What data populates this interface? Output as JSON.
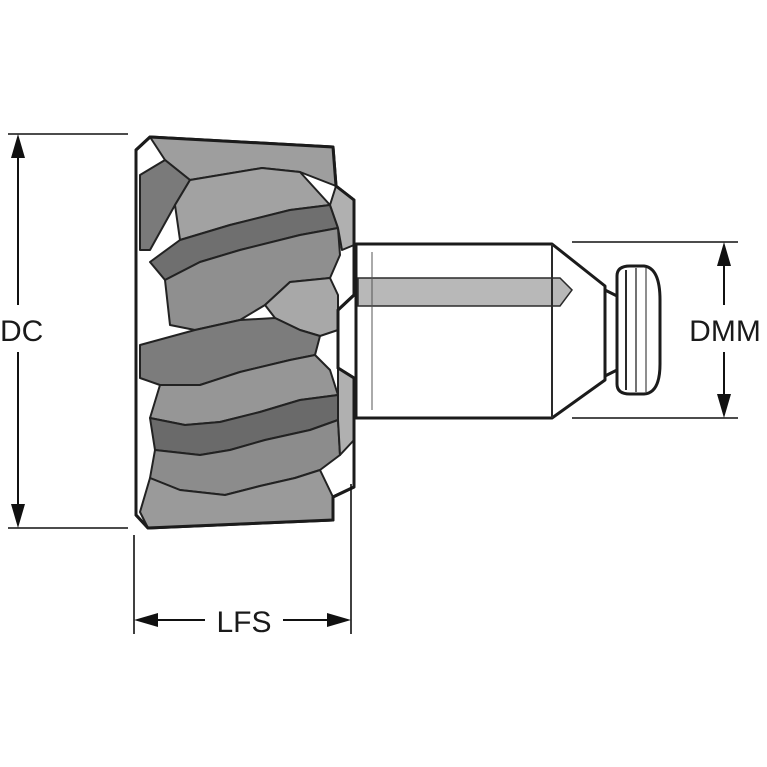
{
  "dimensions": {
    "dc": "DC",
    "lfs": "LFS",
    "dmm": "DMM"
  },
  "colors": {
    "head_body": "#8a8a8a",
    "head_dark": "#6b6b6b",
    "head_light": "#a5a5a5",
    "shank_body": "#9c9c9c",
    "shank_light": "#b5b5b5",
    "outline": "#1b1b1b"
  }
}
